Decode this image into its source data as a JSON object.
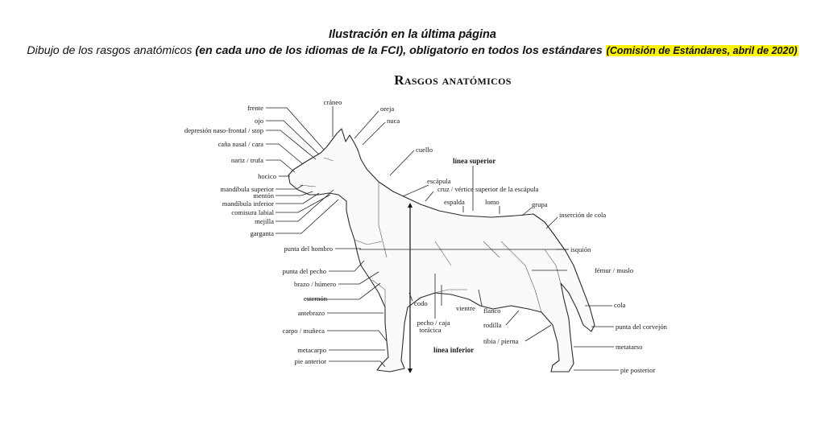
{
  "header": {
    "line1": "Ilustración en la última página",
    "line2_part1": "Dibujo de los rasgos anatómicos ",
    "line2_bold": "(en cada uno de los idiomas de la FCI), obligatorio en todos los estándares ",
    "line2_highlight": "(Comisión de Estándares, abril de 2020)",
    "highlight_color": "#fbf300"
  },
  "diagram": {
    "title": "Rasgos anatómicos",
    "labels": [
      {
        "id": "craneo",
        "text": "cráneo"
      },
      {
        "id": "oreja",
        "text": "oreja"
      },
      {
        "id": "frente",
        "text": "frente"
      },
      {
        "id": "nuca",
        "text": "nuca"
      },
      {
        "id": "ojo",
        "text": "ojo"
      },
      {
        "id": "stop",
        "text": "depresión naso-frontal / stop"
      },
      {
        "id": "cana-nasal",
        "text": "caña nasal / cara"
      },
      {
        "id": "cuello",
        "text": "cuello"
      },
      {
        "id": "nariz",
        "text": "nariz / trufa"
      },
      {
        "id": "linea-superior",
        "text": "línea superior"
      },
      {
        "id": "hocico",
        "text": "hocico"
      },
      {
        "id": "escapula",
        "text": "escápula"
      },
      {
        "id": "mandibula-superior",
        "text": "mandíbula superior"
      },
      {
        "id": "cruz",
        "text": "cruz / vértice superior de la escápula"
      },
      {
        "id": "menton",
        "text": "mentón"
      },
      {
        "id": "mandibula-inferior",
        "text": "mandíbula inferior"
      },
      {
        "id": "espalda",
        "text": "espalda"
      },
      {
        "id": "lomo",
        "text": "lomo"
      },
      {
        "id": "grupa",
        "text": "grupa"
      },
      {
        "id": "comisura",
        "text": "comisura labial"
      },
      {
        "id": "mejilla",
        "text": "mejilla"
      },
      {
        "id": "insercion-cola",
        "text": "inserción de cola"
      },
      {
        "id": "garganta",
        "text": "garganta"
      },
      {
        "id": "punta-hombro",
        "text": "punta del hombro"
      },
      {
        "id": "isquion",
        "text": "isquión"
      },
      {
        "id": "punta-pecho",
        "text": "punta del pecho"
      },
      {
        "id": "femur",
        "text": "fémur / muslo"
      },
      {
        "id": "brazo",
        "text": "brazo / húmero"
      },
      {
        "id": "esternon",
        "text": "esternón"
      },
      {
        "id": "codo",
        "text": "codo"
      },
      {
        "id": "vientre",
        "text": "vientre"
      },
      {
        "id": "flanco",
        "text": "flanco"
      },
      {
        "id": "cola",
        "text": "cola"
      },
      {
        "id": "antebrazo",
        "text": "antebrazo"
      },
      {
        "id": "pecho-caja",
        "text": "pecho / caja"
      },
      {
        "id": "toracica",
        "text": "torácica"
      },
      {
        "id": "rodilla",
        "text": "rodilla"
      },
      {
        "id": "punta-corvejon",
        "text": "punta del corvejón"
      },
      {
        "id": "carpo",
        "text": "carpo / muñeca"
      },
      {
        "id": "tibia",
        "text": "tibia / pierna"
      },
      {
        "id": "metatarso",
        "text": "metatarso"
      },
      {
        "id": "metacarpo",
        "text": "metacarpo"
      },
      {
        "id": "linea-inferior",
        "text": "línea inferior"
      },
      {
        "id": "pie-anterior",
        "text": "pie anterior"
      },
      {
        "id": "pie-posterior",
        "text": "pie posterior"
      }
    ]
  }
}
